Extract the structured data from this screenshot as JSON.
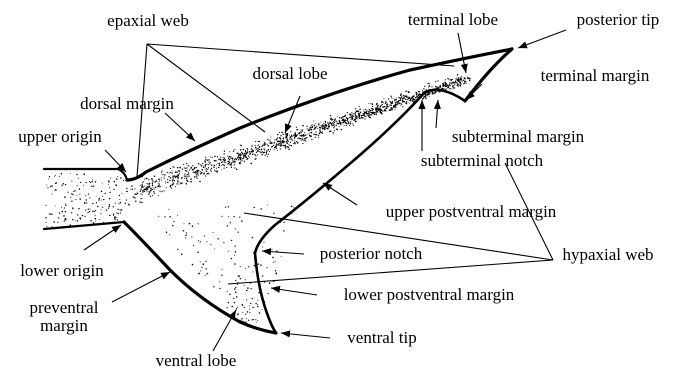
{
  "figure": {
    "labels": {
      "epaxial_web": "epaxial web",
      "terminal_lobe": "terminal lobe",
      "posterior_tip": "posterior tip",
      "dorsal_lobe": "dorsal lobe",
      "terminal_margin": "terminal margin",
      "dorsal_margin": "dorsal margin",
      "upper_origin": "upper origin",
      "subterminal_margin": "subterminal margin",
      "subterminal_notch": "subterminal notch",
      "upper_postventral_margin": "upper postventral margin",
      "hypaxial_web": "hypaxial web",
      "posterior_notch": "posterior notch",
      "lower_origin": "lower origin",
      "lower_postventral_margin": "lower postventral margin",
      "preventral_margin_line1": "preventral",
      "preventral_margin_line2": "margin",
      "ventral_tip": "ventral tip",
      "ventral_lobe": "ventral lobe"
    },
    "colors": {
      "ink": "#000000",
      "background": "#ffffff"
    }
  }
}
